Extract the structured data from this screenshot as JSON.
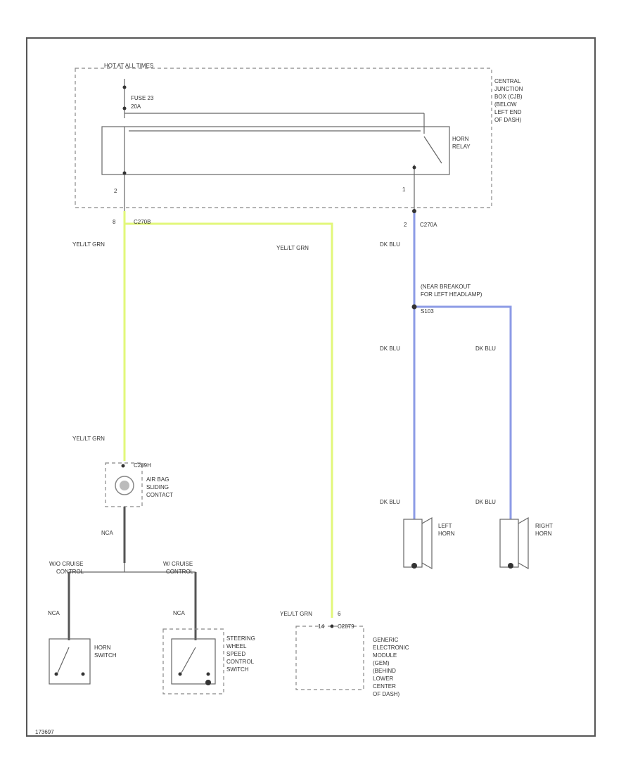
{
  "colors": {
    "wire_yel_lt_grn": "#e2f77a",
    "wire_dk_blu": "#8c9be6",
    "wire_grey": "#555555",
    "ink": "#333333"
  },
  "power": {
    "hot_label": "HOT AT ALL TIMES"
  },
  "fuse": {
    "label": "FUSE 23",
    "rating": "20A"
  },
  "junction_box": {
    "label": [
      "CENTRAL",
      "JUNCTION",
      "BOX (CJB)",
      "(BELOW",
      "LEFT END",
      "OF DASH)"
    ],
    "pin_left": "2",
    "pin_right": "1"
  },
  "horn_relay": {
    "label": [
      "HORN",
      "RELAY"
    ]
  },
  "connectors": {
    "c270b": {
      "label": "C270B",
      "pin": "8"
    },
    "c270a": {
      "label": "C270A",
      "pin": "2"
    },
    "c2899": {
      "label": "C289H"
    },
    "gem": {
      "label": "C2879",
      "pins": [
        "14",
        "6"
      ]
    }
  },
  "splice": {
    "label": [
      "(NEAR BREAKOUT",
      "FOR LEFT HEADLAMP)",
      "S103"
    ]
  },
  "wires": {
    "yel_lt_grn": "YEL/LT GRN",
    "dk_blu": "DK BLU",
    "nca": "NCA"
  },
  "air_bag": {
    "label": [
      "AIR BAG",
      "SLIDING",
      "CONTACT"
    ]
  },
  "cruise": {
    "without": [
      "W/O CRUISE",
      "CONTROL"
    ],
    "with": [
      "W/ CRUISE",
      "CONTROL"
    ]
  },
  "horn_switch": {
    "label": [
      "HORN",
      "SWITCH"
    ]
  },
  "steering_switch": {
    "label": [
      "STEERING",
      "WHEEL",
      "SPEED",
      "CONTROL",
      "SWITCH"
    ]
  },
  "gem": {
    "label": [
      "GENERIC",
      "ELECTRONIC",
      "MODULE",
      "(GEM)",
      "(BEHIND",
      "LOWER",
      "CENTER",
      "OF DASH)"
    ]
  },
  "left_horn": {
    "label": [
      "LEFT",
      "HORN"
    ]
  },
  "right_horn": {
    "label": [
      "RIGHT",
      "HORN"
    ]
  },
  "figure_id": "173697"
}
